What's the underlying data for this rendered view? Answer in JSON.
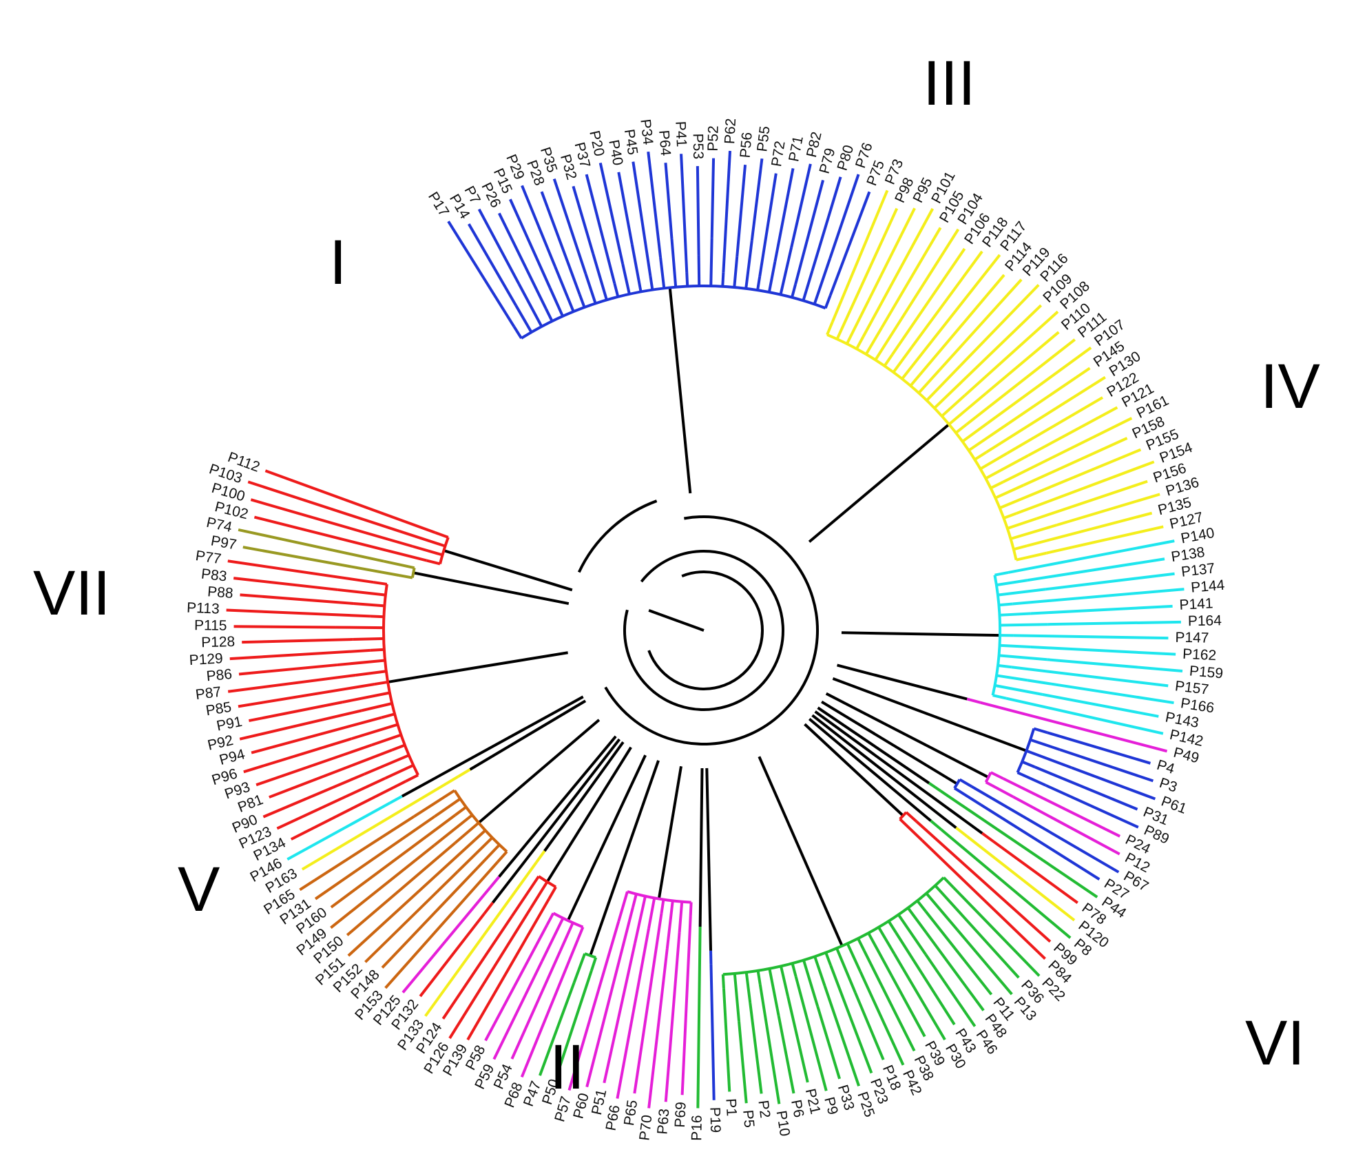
{
  "diagram": {
    "type": "circular-phylogenetic-tree",
    "background": "#ffffff",
    "backbone_color": "#000000",
    "clades": [
      {
        "label": "I",
        "color": "#ee1b1b"
      },
      {
        "label": "II",
        "color": "#22bb33"
      },
      {
        "label": "III",
        "color": "#1f36d6"
      },
      {
        "label": "IV",
        "color": "#f4ee1c"
      },
      {
        "label": "V",
        "color": "#e51fd8"
      },
      {
        "label": "VI",
        "color": "#1ee6ee"
      },
      {
        "label": "VII",
        "color": "#cc6611"
      }
    ],
    "groups": [
      {
        "id": "III",
        "color": "#1f36d6",
        "leaves": [
          "P17",
          "P14",
          "P7",
          "P26",
          "P15",
          "P29",
          "P28",
          "P35",
          "P32",
          "P37",
          "P20",
          "P40",
          "P45",
          "P34",
          "P64",
          "P41",
          "P53",
          "P52",
          "P62",
          "P56",
          "P55",
          "P72",
          "P71",
          "P82",
          "P79",
          "P80",
          "P76",
          "P75"
        ]
      },
      {
        "id": "IV",
        "color": "#f4ee1c",
        "leaves": [
          "P73",
          "P98",
          "P95",
          "P101",
          "P105",
          "P104",
          "P106",
          "P118",
          "P117",
          "P114",
          "P119",
          "P116",
          "P109",
          "P108",
          "P110",
          "P111",
          "P107",
          "P145",
          "P130",
          "P122",
          "P121",
          "P161",
          "P158",
          "P155",
          "P154",
          "P156",
          "P136",
          "P135",
          "P127"
        ]
      },
      {
        "id": "VI",
        "color": "#1ee6ee",
        "leaves": [
          "P140",
          "P138",
          "P137",
          "P144",
          "P141",
          "P164",
          "P147",
          "P162",
          "P159",
          "P157",
          "P166",
          "P143",
          "P142"
        ]
      },
      {
        "id": "VIm",
        "color": "#e51fd8",
        "leaves": [
          "P49"
        ]
      },
      {
        "id": "blue2",
        "color": "#1f36d6",
        "leaves": [
          "P4",
          "P3",
          "P61",
          "P31",
          "P89"
        ]
      },
      {
        "id": "misc1",
        "color": "#e51fd8",
        "leaves": [
          "P24",
          "P12"
        ]
      },
      {
        "id": "misc2",
        "color": "#1f36d6",
        "leaves": [
          "P67",
          "P27"
        ]
      },
      {
        "id": "misc3",
        "color": "#22bb33",
        "leaves": [
          "P44"
        ]
      },
      {
        "id": "misc4",
        "color": "#ee1b1b",
        "leaves": [
          "P78"
        ]
      },
      {
        "id": "misc5",
        "color": "#f4ee1c",
        "leaves": [
          "P120"
        ]
      },
      {
        "id": "misc6",
        "color": "#22bb33",
        "leaves": [
          "P8"
        ]
      },
      {
        "id": "misc7",
        "color": "#ee1b1b",
        "leaves": [
          "P99",
          "P84"
        ]
      },
      {
        "id": "II",
        "color": "#22bb33",
        "leaves": [
          "P22",
          "P36",
          "P13",
          "P11",
          "P48",
          "P46",
          "P43",
          "P30",
          "P39",
          "P38",
          "P42",
          "P18",
          "P23",
          "P25",
          "P33",
          "P9",
          "P21",
          "P6",
          "P10",
          "P2",
          "P5",
          "P1"
        ]
      },
      {
        "id": "IIb",
        "color": "#1f36d6",
        "leaves": [
          "P19"
        ]
      },
      {
        "id": "IIc",
        "color": "#22bb33",
        "leaves": [
          "P16"
        ]
      },
      {
        "id": "V",
        "color": "#e51fd8",
        "leaves": [
          "P69",
          "P63",
          "P70",
          "P65",
          "P66",
          "P51",
          "P60",
          "P57"
        ]
      },
      {
        "id": "Vb",
        "color": "#22bb33",
        "leaves": [
          "P50",
          "P47"
        ]
      },
      {
        "id": "Vc",
        "color": "#e51fd8",
        "leaves": [
          "P68",
          "P54",
          "P59",
          "P58"
        ]
      },
      {
        "id": "Vd",
        "color": "#ee1b1b",
        "leaves": [
          "P139",
          "P126",
          "P124"
        ]
      },
      {
        "id": "Ve",
        "color": "#f4ee1c",
        "leaves": [
          "P133"
        ]
      },
      {
        "id": "Vf",
        "color": "#ee1b1b",
        "leaves": [
          "P132"
        ]
      },
      {
        "id": "Vg",
        "color": "#e51fd8",
        "leaves": [
          "P125"
        ]
      },
      {
        "id": "VII",
        "color": "#cc6611",
        "leaves": [
          "P153",
          "P148",
          "P152",
          "P151",
          "P150",
          "P149",
          "P160",
          "P131",
          "P165"
        ]
      },
      {
        "id": "VIIb",
        "color": "#f4ee1c",
        "leaves": [
          "P163"
        ]
      },
      {
        "id": "VIIc",
        "color": "#1ee6ee",
        "leaves": [
          "P146"
        ]
      },
      {
        "id": "I",
        "color": "#ee1b1b",
        "leaves": [
          "P134",
          "P123",
          "P90",
          "P81",
          "P93",
          "P96",
          "P94",
          "P92",
          "P91",
          "P85",
          "P87",
          "P86",
          "P129",
          "P128",
          "P115",
          "P113",
          "P88",
          "P83",
          "P77"
        ]
      },
      {
        "id": "Ib",
        "color": "#999922",
        "leaves": [
          "P97",
          "P74"
        ]
      },
      {
        "id": "Ic",
        "color": "#ee1b1b",
        "leaves": [
          "P102",
          "P100",
          "P103",
          "P112"
        ]
      }
    ]
  }
}
